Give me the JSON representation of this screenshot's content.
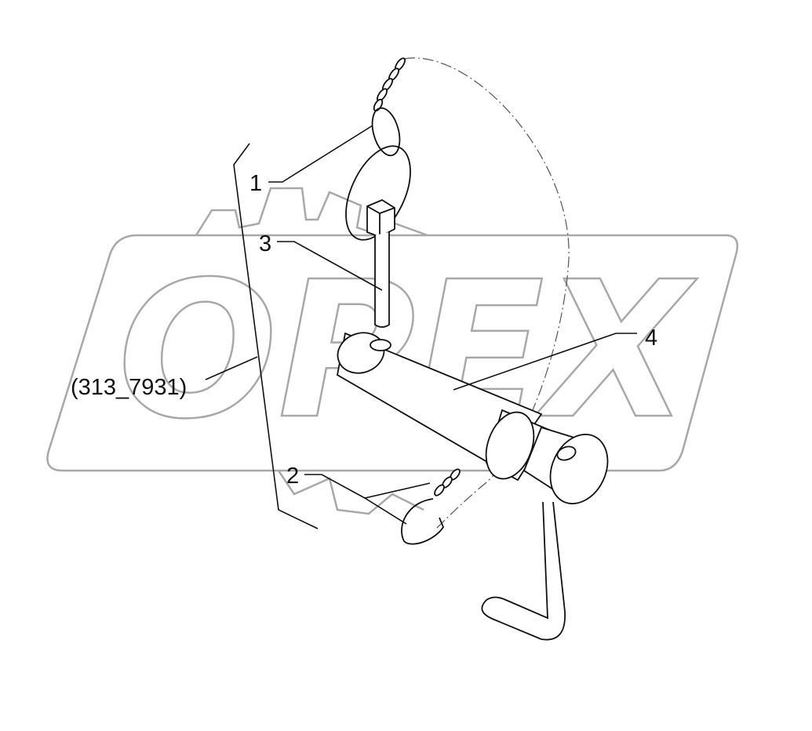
{
  "watermark": {
    "logo_text": "OPEX"
  },
  "callouts": {
    "item1": "1",
    "item2": "2",
    "item3": "3",
    "item4": "4",
    "reference": "(313_7931)"
  },
  "colors": {
    "line": "#111111",
    "watermark": "#a8a8a8"
  }
}
